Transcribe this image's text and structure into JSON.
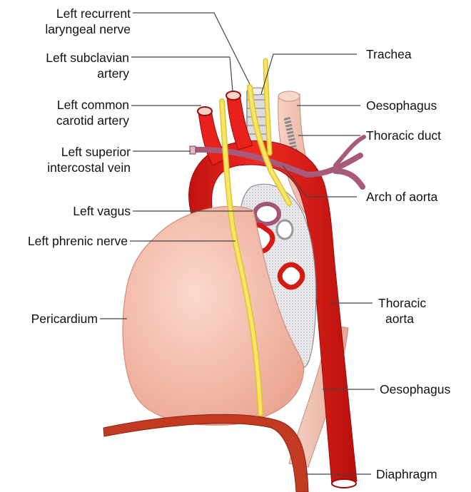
{
  "figure": {
    "labels": {
      "left_recurrent_laryngeal_nerve": [
        "Left recurrent",
        "laryngeal nerve"
      ],
      "left_subclavian_artery": [
        "Left subclavian",
        "artery"
      ],
      "left_common_carotid_artery": [
        "Left common",
        "carotid artery"
      ],
      "left_superior_intercostal_vein": [
        "Left superior",
        "intercostal vein"
      ],
      "left_vagus": "Left vagus",
      "left_phrenic_nerve": "Left phrenic nerve",
      "pericardium": "Pericardium",
      "trachea": "Trachea",
      "oesophagus_top": "Oesophagus",
      "thoracic_duct": "Thoracic duct",
      "arch_of_aorta": "Arch of aorta",
      "thoracic_aorta": [
        "Thoracic",
        "aorta"
      ],
      "oesophagus_bottom": "Oesophagus",
      "diaphragm": "Diaphragm"
    },
    "colors": {
      "artery": "#e8211c",
      "nerve": "#f2dd3a",
      "vein": "#a85a7a",
      "pericardium": "#f2b9a8",
      "oesophagus": "#f0c4b4",
      "diaphragm": "#b8321d",
      "leader_line": "#444444"
    }
  }
}
